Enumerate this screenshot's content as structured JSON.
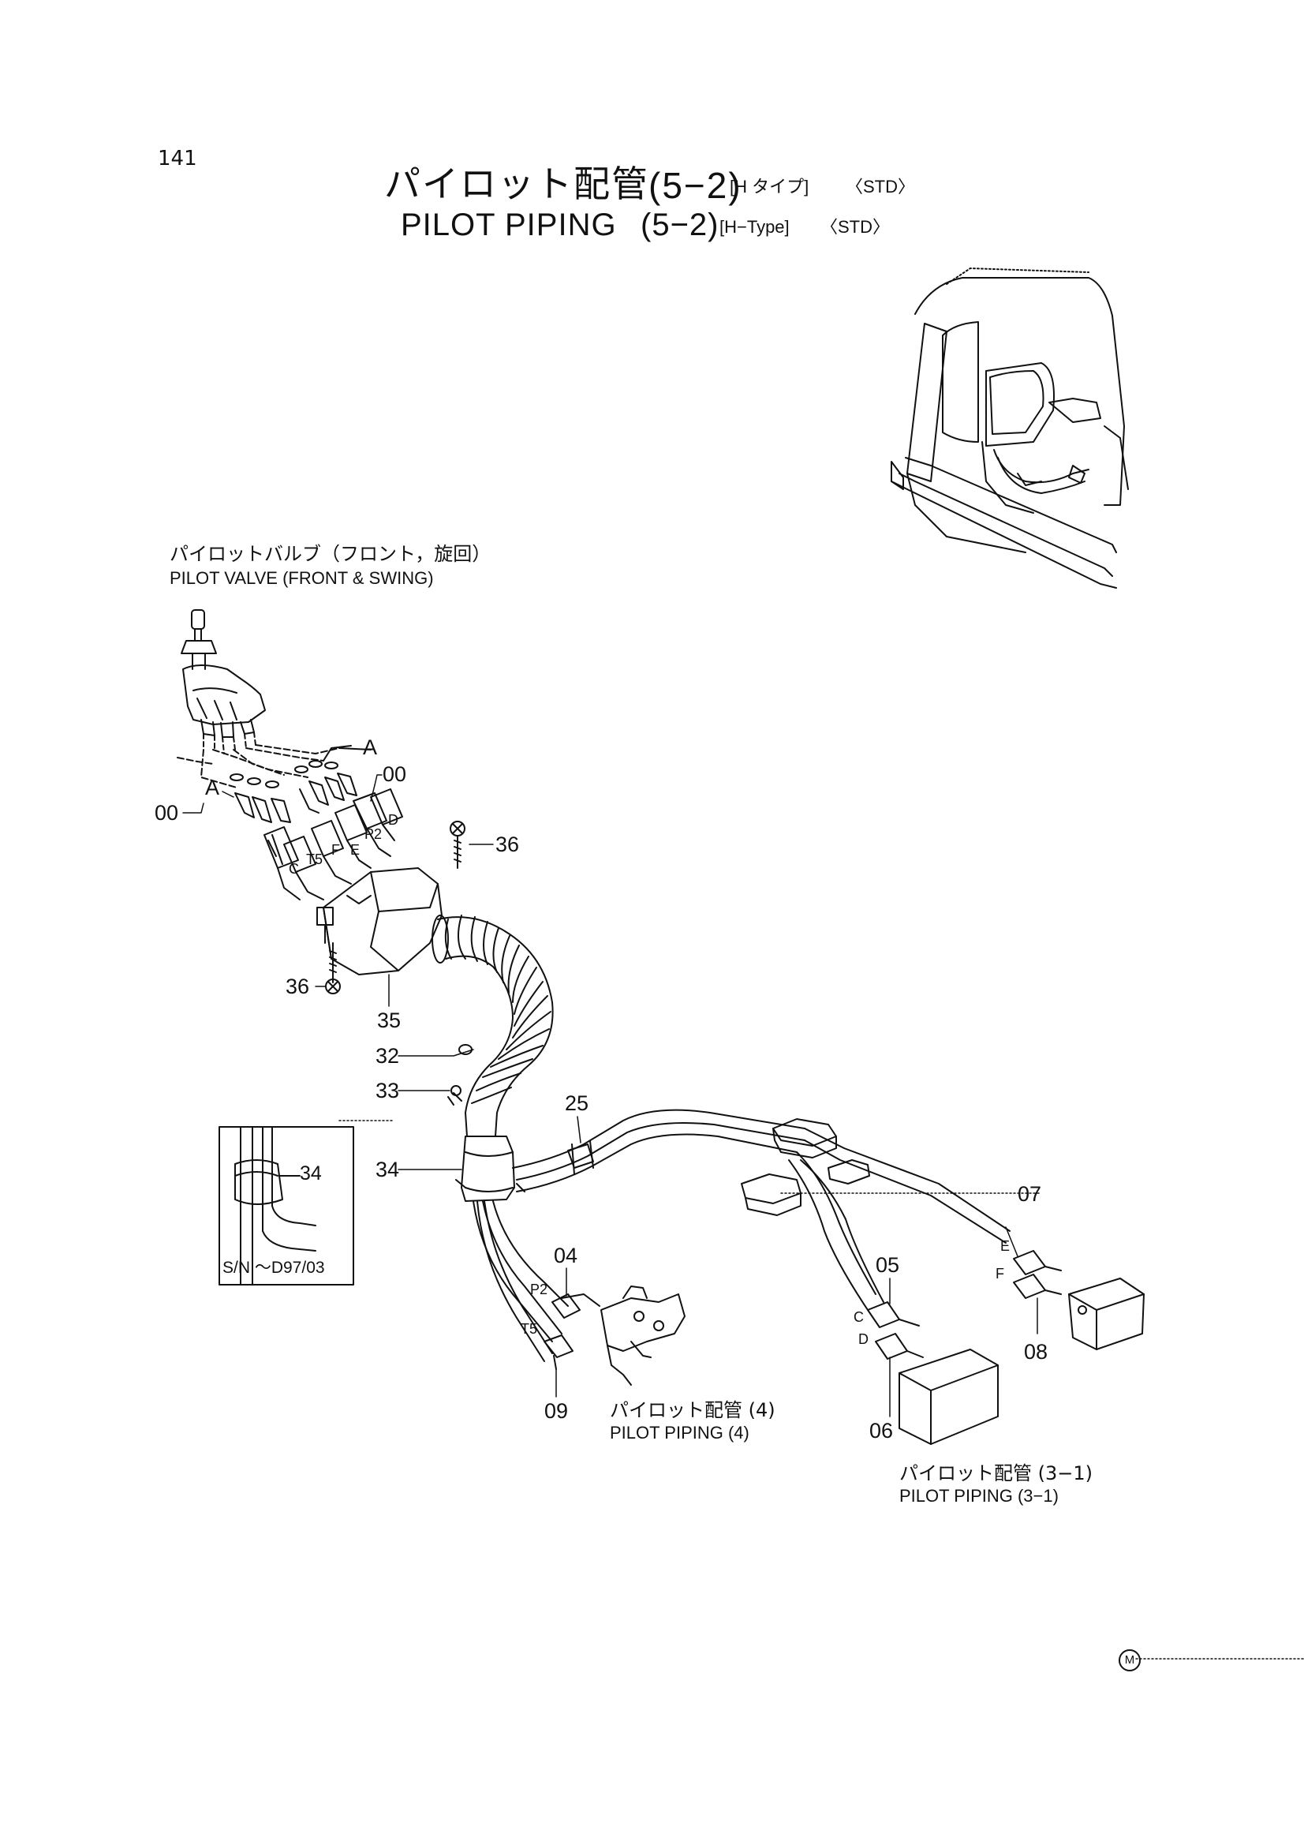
{
  "header": {
    "page_number": "141",
    "title_jp": "パイロット配管",
    "title_jp_num": "(5−2)",
    "title_jp_type": "[H タイプ]",
    "title_jp_std": "〈STD〉",
    "title_en": "PILOT PIPING",
    "title_en_num": "(5−2)",
    "title_en_type": "[H−Type]",
    "title_en_std": "〈STD〉"
  },
  "captions": {
    "pilot_valve_jp": "パイロットバルブ（フロント，旋回）",
    "pilot_valve_en": "PILOT VALVE (FRONT & SWING)",
    "piping4_jp": "パイロット配管 (4)",
    "piping4_en": "PILOT PIPING (4)",
    "piping31_jp": "パイロット配管 (3−1)",
    "piping31_en": "PILOT PIPING (3−1)"
  },
  "inset": {
    "serial": "S/N ～D97/03",
    "part": "34"
  },
  "parts": {
    "p00a": "00",
    "p00b": "00",
    "pA1": "A",
    "pA2": "A",
    "p36a": "36",
    "p36b": "36",
    "p35": "35",
    "p32": "32",
    "p33": "33",
    "p34": "34",
    "p25": "25",
    "p07": "07",
    "p04": "04",
    "p05": "05",
    "p08": "08",
    "p09": "09",
    "p06": "06"
  },
  "ports": {
    "D": "D",
    "P2": "P2",
    "E": "E",
    "F": "F",
    "T5": "T5",
    "C": "C",
    "P2b": "P2",
    "T5b": "T5",
    "Cb": "C",
    "Db": "D",
    "Eb": "E",
    "Fb": "F"
  },
  "footer": {
    "mark": "M"
  }
}
